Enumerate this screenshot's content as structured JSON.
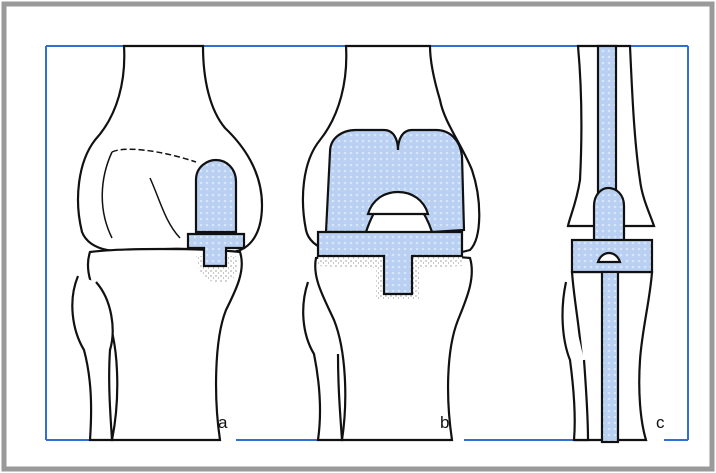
{
  "panels": [
    {
      "id": "a",
      "label": "a"
    },
    {
      "id": "b",
      "label": "b"
    },
    {
      "id": "c",
      "label": "c"
    }
  ],
  "colors": {
    "outer_border": "#9a9a9a",
    "frame_blue": "#2f6fd6",
    "bone_outline": "#111111",
    "bone_fill": "#ffffff",
    "implant_fill": "#b9d0f2",
    "implant_dot": "#d8e6fa",
    "cement_speckle": "#666666"
  }
}
